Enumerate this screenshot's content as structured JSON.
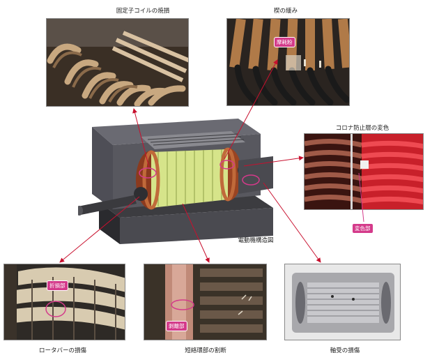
{
  "panels": {
    "stator_coil": {
      "caption": "固定子コイルの焼損"
    },
    "wedge": {
      "caption": "楔の緩み",
      "tag": "摩耗粉"
    },
    "corona": {
      "caption": "コロナ防止層の変色",
      "tag": "変色部"
    },
    "motor": {
      "caption": "電動機構造図"
    },
    "rotor_bar": {
      "caption": "ロータバーの損傷",
      "tag": "折損部"
    },
    "short_ring": {
      "caption": "短絡環部の割断",
      "tag": "剥離部"
    },
    "bearing": {
      "caption": "軸受の損傷"
    }
  },
  "colors": {
    "arrow": "#c8102e",
    "tag": "#d43a8a",
    "circle": "#d43a8a"
  }
}
